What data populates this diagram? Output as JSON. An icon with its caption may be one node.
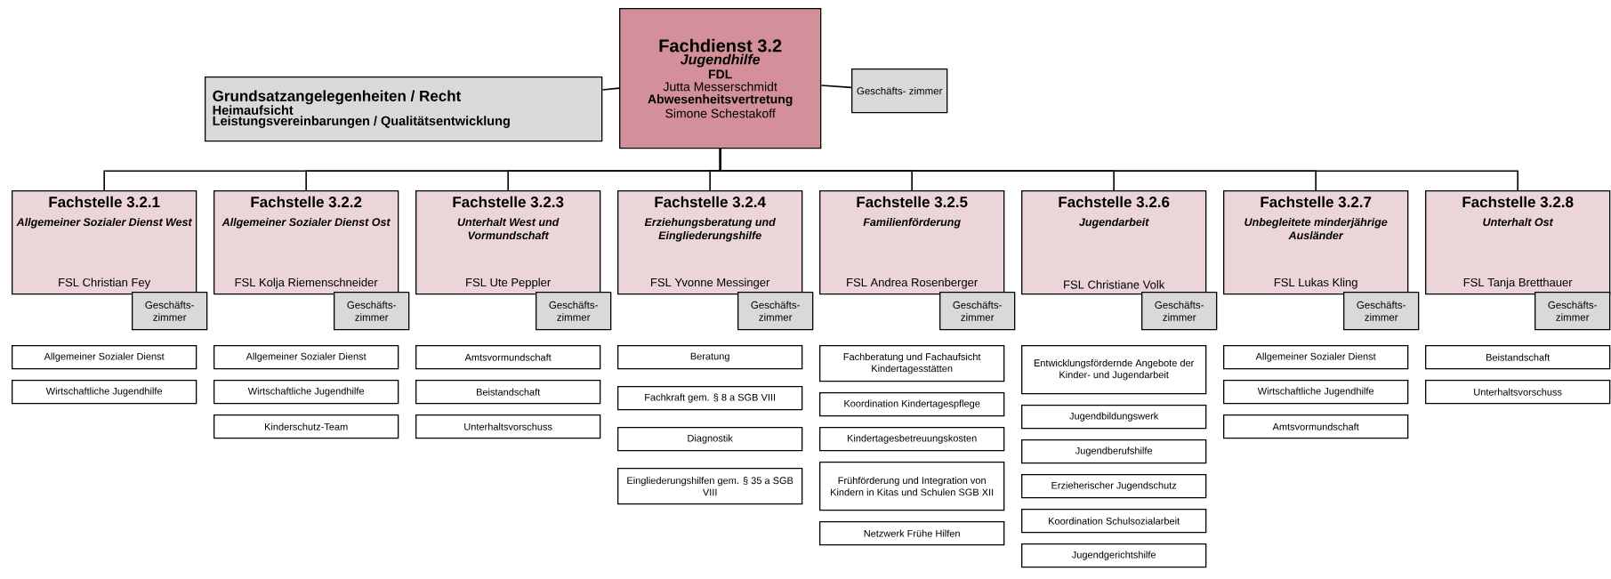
{
  "diagram": {
    "nodes": [
      {
        "text": [
          "Fachdienst 3.2",
          "Jugendhilfe",
          "FDL",
          "Jutta Messerschmidt",
          "Abwesenheitsvertretung",
          "Simone Schestakoff"
        ]
      },
      {
        "text": [
          "Grundsatzangelegenheiten / Recht",
          "Heimaufsicht",
          "Leistungsvereinbarungen / Qualitätsentwicklung"
        ]
      },
      {
        "text": [
          "Geschäfts- zimmer"
        ]
      },
      {
        "text": [
          "Fachstelle 3.2.1",
          "Allgemeiner Sozialer Dienst West",
          "FSL Christian Fey"
        ]
      },
      {
        "text": [
          "Geschäfts- zimmer"
        ]
      },
      {
        "text": [
          "Allgemeiner Sozialer Dienst"
        ]
      },
      {
        "text": [
          "Wirtschaftliche Jugendhilfe"
        ]
      },
      {
        "text": [
          "Fachstelle 3.2.2",
          "Allgemeiner Sozialer Dienst Ost",
          "FSL Kolja Riemenschneider"
        ]
      },
      {
        "text": [
          "Geschäfts- zimmer"
        ]
      },
      {
        "text": [
          "Allgemeiner Sozialer Dienst"
        ]
      },
      {
        "text": [
          "Wirtschaftliche Jugendhilfe"
        ]
      },
      {
        "text": [
          "Kinderschutz-Team"
        ]
      },
      {
        "text": [
          "Fachstelle 3.2.3",
          "Unterhalt West und Vormundschaft",
          "FSL Ute Peppler"
        ]
      },
      {
        "text": [
          "Geschäfts- zimmer"
        ]
      },
      {
        "text": [
          "Amtsvormundschaft"
        ]
      },
      {
        "text": [
          "Beistandschaft"
        ]
      },
      {
        "text": [
          "Unterhaltsvorschuss"
        ]
      },
      {
        "text": [
          "Fachstelle 3.2.4",
          "Erziehungsberatung und Eingliederungshilfe",
          "FSL Yvonne Messinger"
        ]
      },
      {
        "text": [
          "Geschäfts- zimmer"
        ]
      },
      {
        "text": [
          "Beratung"
        ]
      },
      {
        "text": [
          "Fachkraft gem. § 8 a SGB VIII"
        ]
      },
      {
        "text": [
          "Diagnostik"
        ]
      },
      {
        "text": [
          "Eingliederungshilfen gem. § 35 a SGB VIII"
        ]
      },
      {
        "text": [
          "Fachstelle 3.2.5",
          "Familienförderung",
          "FSL Andrea Rosenberger"
        ]
      },
      {
        "text": [
          "Geschäfts- zimmer"
        ]
      },
      {
        "text": [
          "Fachberatung und Fachaufsicht Kindertagesstätten"
        ]
      },
      {
        "text": [
          "Koordination Kindertagespflege"
        ]
      },
      {
        "text": [
          "Kindertagesbetreuungskosten"
        ]
      },
      {
        "text": [
          "Frühförderung und Integration von Kindern in Kitas und Schulen SGB XII"
        ]
      },
      {
        "text": [
          "Netzwerk Frühe Hilfen"
        ]
      },
      {
        "text": [
          "Fachstelle 3.2.6",
          "Jugendarbeit",
          "FSL Christiane Volk"
        ]
      },
      {
        "text": [
          "Geschäfts- zimmer"
        ]
      },
      {
        "text": [
          "Entwicklungsfördernde Angebote der Kinder- und Jugendarbeit"
        ]
      },
      {
        "text": [
          "Jugendbildungswerk"
        ]
      },
      {
        "text": [
          "Jugendberufshilfe"
        ]
      },
      {
        "text": [
          "Erzieherischer Jugendschutz"
        ]
      },
      {
        "text": [
          "Koordination Schulsozialarbeit"
        ]
      },
      {
        "text": [
          "Jugendgerichtshilfe"
        ]
      },
      {
        "text": [
          "Fachstelle 3.2.7",
          "Unbegleitete minderjährige Ausländer",
          "FSL Lukas Kling"
        ]
      },
      {
        "text": [
          "Geschäfts- zimmer"
        ]
      },
      {
        "text": [
          "Allgemeiner Sozialer Dienst"
        ]
      },
      {
        "text": [
          "Wirtschaftliche Jugendhilfe"
        ]
      },
      {
        "text": [
          "Amtsvormundschaft"
        ]
      },
      {
        "text": [
          "Fachstelle 3.2.8",
          "Unterhalt Ost",
          "FSL Tanja Bretthauer"
        ]
      },
      {
        "text": [
          "Geschäfts- zimmer"
        ]
      },
      {
        "text": [
          "Beistandschaft"
        ]
      },
      {
        "text": [
          "Unterhaltsvorschuss"
        ]
      }
    ],
    "edges": [
      {
        "from": 0,
        "to": 1,
        "arrow": "none"
      },
      {
        "from": 0,
        "to": 2,
        "arrow": "none"
      },
      {
        "from": 0,
        "to": 3,
        "arrow": "none"
      },
      {
        "from": 0,
        "to": 7,
        "arrow": "none"
      },
      {
        "from": 0,
        "to": 12,
        "arrow": "none"
      },
      {
        "from": 0,
        "to": 17,
        "arrow": "none"
      },
      {
        "from": 0,
        "to": 23,
        "arrow": "none"
      },
      {
        "from": 0,
        "to": 30,
        "arrow": "none"
      },
      {
        "from": 0,
        "to": 38,
        "arrow": "none"
      },
      {
        "from": 0,
        "to": 43,
        "arrow": "none"
      }
    ]
  }
}
